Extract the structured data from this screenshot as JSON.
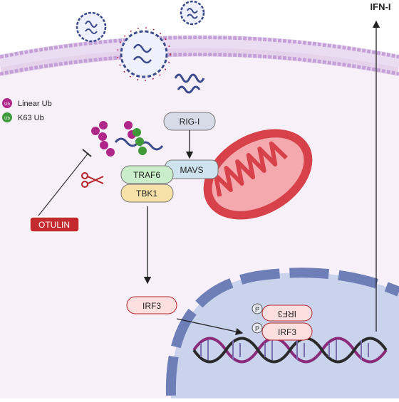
{
  "legend": {
    "items": [
      {
        "badge": "Ub",
        "label": "Linear Ub",
        "color": "#b0278a"
      },
      {
        "badge": "Ub",
        "label": "K63 Ub",
        "color": "#3f9a3a"
      }
    ]
  },
  "proteins": {
    "rig_i": "RIG-I",
    "mavs": "MAVS",
    "traf6": "TRAF6",
    "tbk1": "TBK1",
    "otulin": "OTULIN",
    "irf3_cytoplasm": "IRF3",
    "irf3_dimer_top": "IRF3",
    "irf3_dimer_bottom": "IRF3"
  },
  "phospho_label": "P",
  "output_label": "IFN-I",
  "colors": {
    "cell_bg": "#f7f0f8",
    "membrane": "#c9a8d9",
    "nucleus": "#c9d3ec",
    "nuclear_envelope": "#6e7fb8",
    "mito": "#d9474e",
    "traf6": "#c9eec9",
    "tbk1": "#f6e1a8",
    "rig_i": "#d7dbe8",
    "mavs": "#cfe3ef",
    "otulin": "#c32b2f",
    "irf3": "#fbe0df",
    "linear_ub": "#b0278a",
    "k63_ub": "#3f9a3a"
  }
}
